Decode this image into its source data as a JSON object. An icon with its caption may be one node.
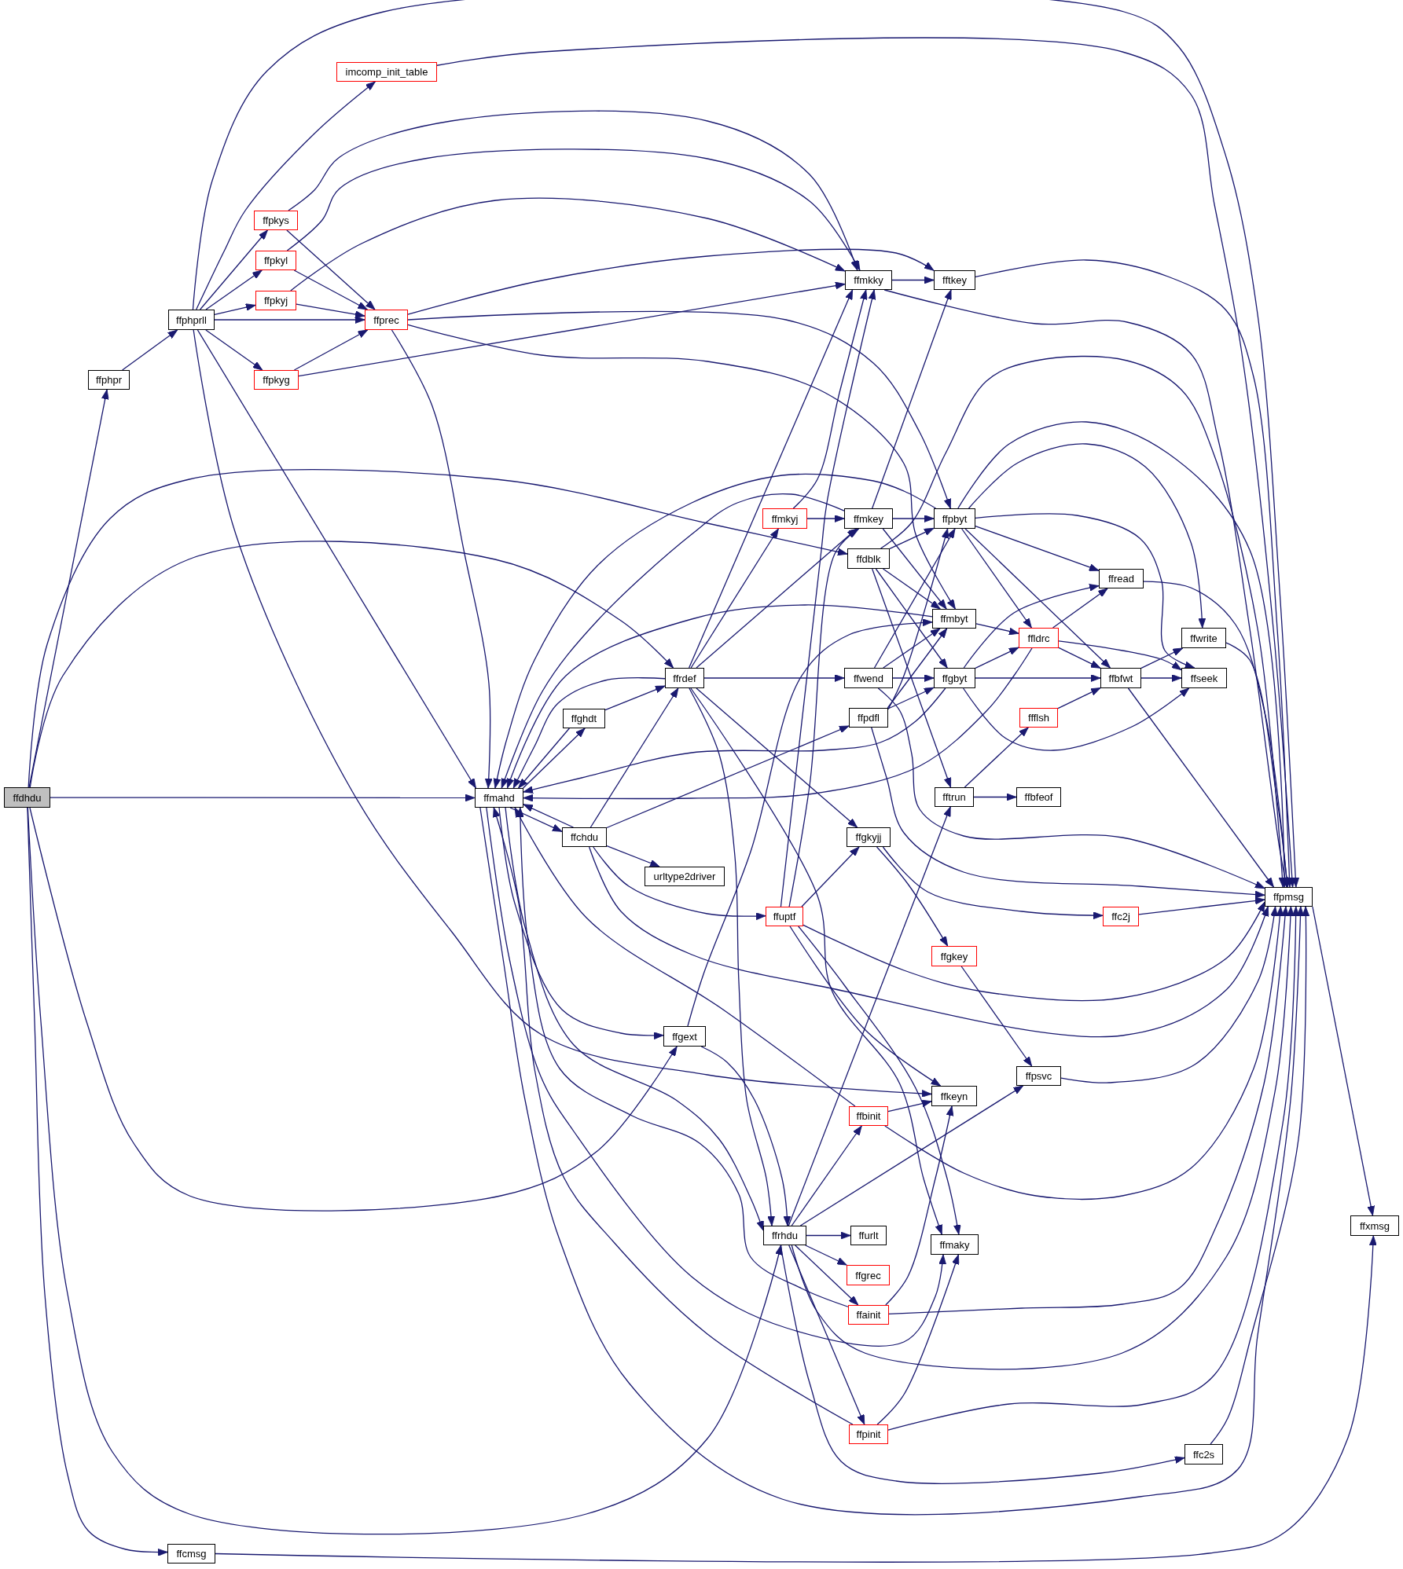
{
  "diagram": {
    "nodes": [
      {
        "text": [
          "ffdhdu"
        ]
      },
      {
        "text": [
          "ffphpr"
        ]
      },
      {
        "text": [
          "ffphprll"
        ]
      },
      {
        "text": [
          "imcomp_init_table"
        ]
      },
      {
        "text": [
          "ffpkys"
        ]
      },
      {
        "text": [
          "ffpkyl"
        ]
      },
      {
        "text": [
          "ffpkyj"
        ]
      },
      {
        "text": [
          "ffprec"
        ]
      },
      {
        "text": [
          "ffpkyg"
        ]
      },
      {
        "text": [
          "ffmahd"
        ]
      },
      {
        "text": [
          "ffghdt"
        ]
      },
      {
        "text": [
          "ffrdef"
        ]
      },
      {
        "text": [
          "ffchdu"
        ]
      },
      {
        "text": [
          "urltype2driver"
        ]
      },
      {
        "text": [
          "ffgext"
        ]
      },
      {
        "text": [
          "ffmkky"
        ]
      },
      {
        "text": [
          "fftkey"
        ]
      },
      {
        "text": [
          "ffmkyj"
        ]
      },
      {
        "text": [
          "ffmkey"
        ]
      },
      {
        "text": [
          "ffpbyt"
        ]
      },
      {
        "text": [
          "ffdblk"
        ]
      },
      {
        "text": [
          "ffmbyt"
        ]
      },
      {
        "text": [
          "ffwend"
        ]
      },
      {
        "text": [
          "ffpdfl"
        ]
      },
      {
        "text": [
          "ffgbyt"
        ]
      },
      {
        "text": [
          "ffgkyjj"
        ]
      },
      {
        "text": [
          "ffuptf"
        ]
      },
      {
        "text": [
          "ffgkey"
        ]
      },
      {
        "text": [
          "ffkeyn"
        ]
      },
      {
        "text": [
          "ffbinit"
        ]
      },
      {
        "text": [
          "ffrhdu"
        ]
      },
      {
        "text": [
          "ffurlt"
        ]
      },
      {
        "text": [
          "ffgrec"
        ]
      },
      {
        "text": [
          "ffainit"
        ]
      },
      {
        "text": [
          "ffpinit"
        ]
      },
      {
        "text": [
          "ffmaky"
        ]
      },
      {
        "text": [
          "ffpsvc"
        ]
      },
      {
        "text": [
          "fftrun"
        ]
      },
      {
        "text": [
          "ffbfeof"
        ]
      },
      {
        "text": [
          "ffread"
        ]
      },
      {
        "text": [
          "ffldrc"
        ]
      },
      {
        "text": [
          "ffwrite"
        ]
      },
      {
        "text": [
          "ffbfwt"
        ]
      },
      {
        "text": [
          "ffseek"
        ]
      },
      {
        "text": [
          "ffflsh"
        ]
      },
      {
        "text": [
          "ffc2j"
        ]
      },
      {
        "text": [
          "ffpmsg"
        ]
      },
      {
        "text": [
          "ffc2s"
        ]
      },
      {
        "text": [
          "ffxmsg"
        ]
      },
      {
        "text": [
          "ffcmsg"
        ]
      }
    ],
    "edges": [
      {
        "from": 0,
        "to": 1,
        "arrow": "to"
      },
      {
        "from": 0,
        "to": 9,
        "arrow": "to"
      },
      {
        "from": 0,
        "to": 11,
        "arrow": "to"
      },
      {
        "from": 0,
        "to": 20,
        "arrow": "to"
      },
      {
        "from": 0,
        "to": 14,
        "arrow": "to"
      },
      {
        "from": 0,
        "to": 30,
        "arrow": "to"
      },
      {
        "from": 0,
        "to": 49,
        "arrow": "to"
      },
      {
        "from": 1,
        "to": 2,
        "arrow": "to"
      },
      {
        "from": 2,
        "to": 46,
        "arrow": "to"
      },
      {
        "from": 2,
        "to": 3,
        "arrow": "to"
      },
      {
        "from": 2,
        "to": 4,
        "arrow": "to"
      },
      {
        "from": 2,
        "to": 5,
        "arrow": "to"
      },
      {
        "from": 2,
        "to": 6,
        "arrow": "to"
      },
      {
        "from": 2,
        "to": 7,
        "arrow": "to"
      },
      {
        "from": 2,
        "to": 8,
        "arrow": "to"
      },
      {
        "from": 2,
        "to": 9,
        "arrow": "to"
      },
      {
        "from": 2,
        "to": 28,
        "arrow": "to"
      },
      {
        "from": 3,
        "to": 46,
        "arrow": "to"
      },
      {
        "from": 4,
        "to": 15,
        "arrow": "to"
      },
      {
        "from": 4,
        "to": 7,
        "arrow": "to"
      },
      {
        "from": 5,
        "to": 15,
        "arrow": "to"
      },
      {
        "from": 5,
        "to": 7,
        "arrow": "to"
      },
      {
        "from": 6,
        "to": 15,
        "arrow": "to"
      },
      {
        "from": 6,
        "to": 7,
        "arrow": "to"
      },
      {
        "from": 7,
        "to": 16,
        "arrow": "to"
      },
      {
        "from": 7,
        "to": 19,
        "arrow": "to"
      },
      {
        "from": 7,
        "to": 21,
        "arrow": "to"
      },
      {
        "from": 7,
        "to": 9,
        "arrow": "to"
      },
      {
        "from": 8,
        "to": 7,
        "arrow": "to"
      },
      {
        "from": 8,
        "to": 15,
        "arrow": "to"
      },
      {
        "from": 9,
        "to": 10,
        "arrow": "to"
      },
      {
        "from": 9,
        "to": 12,
        "arrow": "to"
      },
      {
        "from": 9,
        "to": 14,
        "arrow": "to"
      },
      {
        "from": 9,
        "to": 30,
        "arrow": "to"
      },
      {
        "from": 9,
        "to": 35,
        "arrow": "to"
      },
      {
        "from": 9,
        "to": 46,
        "arrow": "to"
      },
      {
        "from": 10,
        "to": 11,
        "arrow": "to"
      },
      {
        "from": 10,
        "to": 9,
        "arrow": "to"
      },
      {
        "from": 11,
        "to": 9,
        "arrow": "to"
      },
      {
        "from": 11,
        "to": 15,
        "arrow": "to"
      },
      {
        "from": 11,
        "to": 17,
        "arrow": "to"
      },
      {
        "from": 11,
        "to": 18,
        "arrow": "to"
      },
      {
        "from": 11,
        "to": 22,
        "arrow": "to"
      },
      {
        "from": 11,
        "to": 25,
        "arrow": "to"
      },
      {
        "from": 11,
        "to": 35,
        "arrow": "to"
      },
      {
        "from": 11,
        "to": 30,
        "arrow": "to"
      },
      {
        "from": 12,
        "to": 9,
        "arrow": "to"
      },
      {
        "from": 12,
        "to": 11,
        "arrow": "to"
      },
      {
        "from": 12,
        "to": 13,
        "arrow": "to"
      },
      {
        "from": 12,
        "to": 23,
        "arrow": "to"
      },
      {
        "from": 12,
        "to": 26,
        "arrow": "to"
      },
      {
        "from": 12,
        "to": 46,
        "arrow": "to"
      },
      {
        "from": 14,
        "to": 21,
        "arrow": "to"
      },
      {
        "from": 14,
        "to": 30,
        "arrow": "to"
      },
      {
        "from": 15,
        "to": 16,
        "arrow": "to"
      },
      {
        "from": 15,
        "to": 46,
        "arrow": "to"
      },
      {
        "from": 16,
        "to": 46,
        "arrow": "to"
      },
      {
        "from": 17,
        "to": 18,
        "arrow": "to"
      },
      {
        "from": 17,
        "to": 15,
        "arrow": "to"
      },
      {
        "from": 18,
        "to": 19,
        "arrow": "to"
      },
      {
        "from": 18,
        "to": 16,
        "arrow": "to"
      },
      {
        "from": 18,
        "to": 9,
        "arrow": "to"
      },
      {
        "from": 18,
        "to": 21,
        "arrow": "to"
      },
      {
        "from": 19,
        "to": 9,
        "arrow": "to"
      },
      {
        "from": 19,
        "to": 41,
        "arrow": "to"
      },
      {
        "from": 19,
        "to": 46,
        "arrow": "to"
      },
      {
        "from": 19,
        "to": 39,
        "arrow": "to"
      },
      {
        "from": 19,
        "to": 43,
        "arrow": "to"
      },
      {
        "from": 19,
        "to": 40,
        "arrow": "to"
      },
      {
        "from": 19,
        "to": 42,
        "arrow": "to"
      },
      {
        "from": 20,
        "to": 19,
        "arrow": "to"
      },
      {
        "from": 20,
        "to": 21,
        "arrow": "to"
      },
      {
        "from": 20,
        "to": 24,
        "arrow": "to"
      },
      {
        "from": 20,
        "to": 37,
        "arrow": "to"
      },
      {
        "from": 20,
        "to": 46,
        "arrow": "to"
      },
      {
        "from": 21,
        "to": 40,
        "arrow": "to"
      },
      {
        "from": 21,
        "to": 9,
        "arrow": "to"
      },
      {
        "from": 22,
        "to": 21,
        "arrow": "to"
      },
      {
        "from": 22,
        "to": 24,
        "arrow": "to"
      },
      {
        "from": 22,
        "to": 19,
        "arrow": "to"
      },
      {
        "from": 22,
        "to": 46,
        "arrow": "to"
      },
      {
        "from": 23,
        "to": 24,
        "arrow": "to"
      },
      {
        "from": 23,
        "to": 21,
        "arrow": "to"
      },
      {
        "from": 23,
        "to": 19,
        "arrow": "to"
      },
      {
        "from": 23,
        "to": 46,
        "arrow": "to"
      },
      {
        "from": 24,
        "to": 40,
        "arrow": "to"
      },
      {
        "from": 24,
        "to": 42,
        "arrow": "to"
      },
      {
        "from": 24,
        "to": 43,
        "arrow": "to"
      },
      {
        "from": 24,
        "to": 39,
        "arrow": "to"
      },
      {
        "from": 24,
        "to": 9,
        "arrow": "to"
      },
      {
        "from": 25,
        "to": 27,
        "arrow": "to"
      },
      {
        "from": 25,
        "to": 45,
        "arrow": "to"
      },
      {
        "from": 26,
        "to": 15,
        "arrow": "to"
      },
      {
        "from": 26,
        "to": 18,
        "arrow": "to"
      },
      {
        "from": 26,
        "to": 25,
        "arrow": "to"
      },
      {
        "from": 26,
        "to": 28,
        "arrow": "to"
      },
      {
        "from": 26,
        "to": 35,
        "arrow": "to"
      },
      {
        "from": 26,
        "to": 46,
        "arrow": "to"
      },
      {
        "from": 27,
        "to": 36,
        "arrow": "to"
      },
      {
        "from": 29,
        "to": 28,
        "arrow": "to"
      },
      {
        "from": 29,
        "to": 9,
        "arrow": "to"
      },
      {
        "from": 29,
        "to": 46,
        "arrow": "to"
      },
      {
        "from": 30,
        "to": 31,
        "arrow": "to"
      },
      {
        "from": 30,
        "to": 32,
        "arrow": "to"
      },
      {
        "from": 30,
        "to": 33,
        "arrow": "to"
      },
      {
        "from": 30,
        "to": 29,
        "arrow": "to"
      },
      {
        "from": 30,
        "to": 36,
        "arrow": "to"
      },
      {
        "from": 30,
        "to": 34,
        "arrow": "to"
      },
      {
        "from": 30,
        "to": 37,
        "arrow": "to"
      },
      {
        "from": 30,
        "to": 47,
        "arrow": "to"
      },
      {
        "from": 30,
        "to": 46,
        "arrow": "to"
      },
      {
        "from": 33,
        "to": 28,
        "arrow": "to"
      },
      {
        "from": 33,
        "to": 9,
        "arrow": "to"
      },
      {
        "from": 33,
        "to": 46,
        "arrow": "to"
      },
      {
        "from": 34,
        "to": 35,
        "arrow": "to"
      },
      {
        "from": 34,
        "to": 46,
        "arrow": "to"
      },
      {
        "from": 34,
        "to": 9,
        "arrow": "to"
      },
      {
        "from": 36,
        "to": 46,
        "arrow": "to"
      },
      {
        "from": 37,
        "to": 38,
        "arrow": "to"
      },
      {
        "from": 37,
        "to": 44,
        "arrow": "to"
      },
      {
        "from": 39,
        "to": 46,
        "arrow": "to"
      },
      {
        "from": 40,
        "to": 39,
        "arrow": "to"
      },
      {
        "from": 40,
        "to": 42,
        "arrow": "to"
      },
      {
        "from": 40,
        "to": 43,
        "arrow": "to"
      },
      {
        "from": 40,
        "to": 9,
        "arrow": "to"
      },
      {
        "from": 41,
        "to": 46,
        "arrow": "to"
      },
      {
        "from": 42,
        "to": 41,
        "arrow": "to"
      },
      {
        "from": 42,
        "to": 43,
        "arrow": "to"
      },
      {
        "from": 42,
        "to": 46,
        "arrow": "to"
      },
      {
        "from": 44,
        "to": 42,
        "arrow": "to"
      },
      {
        "from": 45,
        "to": 46,
        "arrow": "to"
      },
      {
        "from": 46,
        "to": 48,
        "arrow": "to"
      },
      {
        "from": 47,
        "to": 46,
        "arrow": "to"
      },
      {
        "from": 49,
        "to": 48,
        "arrow": "to"
      }
    ]
  }
}
